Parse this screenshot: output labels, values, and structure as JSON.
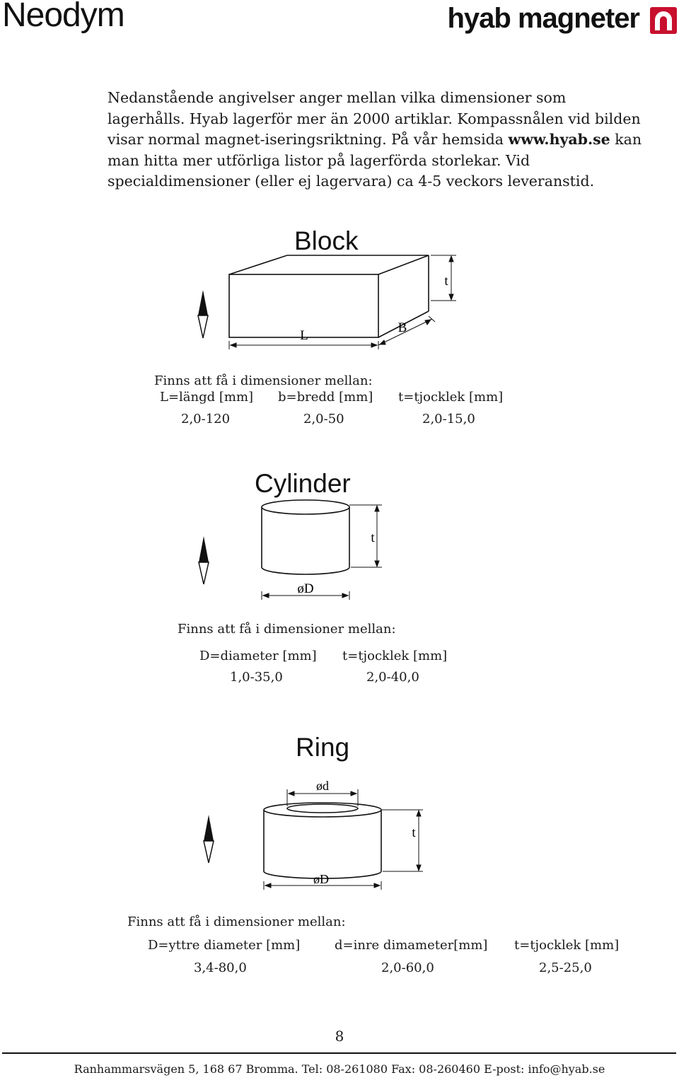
{
  "header": {
    "title": "Neodym",
    "brand": "hyab magneter"
  },
  "intro": {
    "part1": "Nedanstående angivelser anger mellan vilka dimensioner som lagerhålls. Hyab lagerför mer än 2000 artiklar. Kompassnålen vid bilden visar normal magnet-iseringsriktning. På vår hemsida ",
    "link": "www.hyab.se",
    "part2": " kan man hitta mer utförliga listor på lagerförda storlekar. Vid specialdimensioner (eller ej lagervara) ca 4-5 veckors leveranstid."
  },
  "block": {
    "title": "Block",
    "label_L": "L",
    "label_B": "B",
    "label_t": "t",
    "caption": "Finns att få i dimensioner mellan:",
    "headers": [
      "L=längd [mm]",
      "b=bredd [mm]",
      "t=tjocklek [mm]"
    ],
    "values": [
      "2,0-120",
      "2,0-50",
      "2,0-15,0"
    ]
  },
  "cylinder": {
    "title": "Cylinder",
    "label_D": "øD",
    "label_t": "t",
    "caption": "Finns att få i dimensioner mellan:",
    "headers": [
      "D=diameter [mm]",
      "t=tjocklek [mm]"
    ],
    "values": [
      "1,0-35,0",
      "2,0-40,0"
    ]
  },
  "ring": {
    "title": "Ring",
    "label_d": "ød",
    "label_D": "øD",
    "label_t": "t",
    "caption": "Finns att få i dimensioner mellan:",
    "headers": [
      "D=yttre diameter [mm]",
      "d=inre dimameter[mm]",
      "t=tjocklek [mm]"
    ],
    "values": [
      "3,4-80,0",
      "2,0-60,0",
      "2,5-25,0"
    ]
  },
  "page_number": "8",
  "footer": "Ranhammarsvägen 5, 168 67  Bromma. Tel: 08-261080  Fax: 08-260460  E-post: info@hyab.se",
  "colors": {
    "logo": "#c8102e",
    "ink": "#1a1a1a"
  },
  "icons": [
    "compass-needle-icon",
    "hyab-magnet-logo-icon"
  ]
}
